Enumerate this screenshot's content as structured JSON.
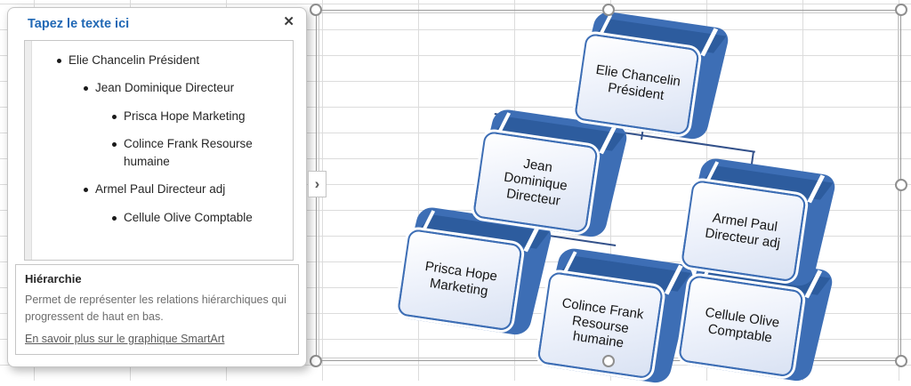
{
  "text_pane": {
    "title": "Tapez le texte ici",
    "close_icon": "✕",
    "collapse_chevron": "›",
    "items": [
      {
        "level": 1,
        "text": "Elie Chancelin Président"
      },
      {
        "level": 2,
        "text": "Jean Dominique Directeur"
      },
      {
        "level": 3,
        "text": "Prisca Hope Marketing"
      },
      {
        "level": 3,
        "text": "Colince Frank Resourse humaine"
      },
      {
        "level": 2,
        "text": "Armel Paul Directeur adj"
      },
      {
        "level": 3,
        "text": "Cellule Olive Comptable"
      }
    ],
    "info": {
      "heading": "Hiérarchie",
      "description": "Permet de représenter les relations hiérarchiques qui progressent de haut en bas.",
      "link": "En savoir plus sur le graphique SmartArt"
    }
  },
  "org_chart": {
    "type": "hierarchy",
    "nodes": [
      {
        "id": "president",
        "label": "Elie Chancelin\nPrésident",
        "parent": null
      },
      {
        "id": "directeur",
        "label": "Jean\nDominique\nDirecteur",
        "parent": "president"
      },
      {
        "id": "directeur-adj",
        "label": "Armel Paul\nDirecteur adj",
        "parent": "president"
      },
      {
        "id": "marketing",
        "label": "Prisca Hope\nMarketing",
        "parent": "directeur"
      },
      {
        "id": "resourse-humaine",
        "label": "Colince Frank\nResourse\nhumaine",
        "parent": "directeur"
      },
      {
        "id": "comptable",
        "label": "Cellule Olive\nComptable",
        "parent": "directeur-adj"
      }
    ]
  },
  "colors": {
    "accent_blue": "#3D6EB5",
    "accent_blue_dark": "#2D5C9E",
    "plate_tint": "#D9E2F3",
    "connector": "#33518A",
    "pane_title_blue": "#2068B5",
    "grid_line": "#DCDCDC",
    "frame_gray": "#9A9A9A"
  }
}
